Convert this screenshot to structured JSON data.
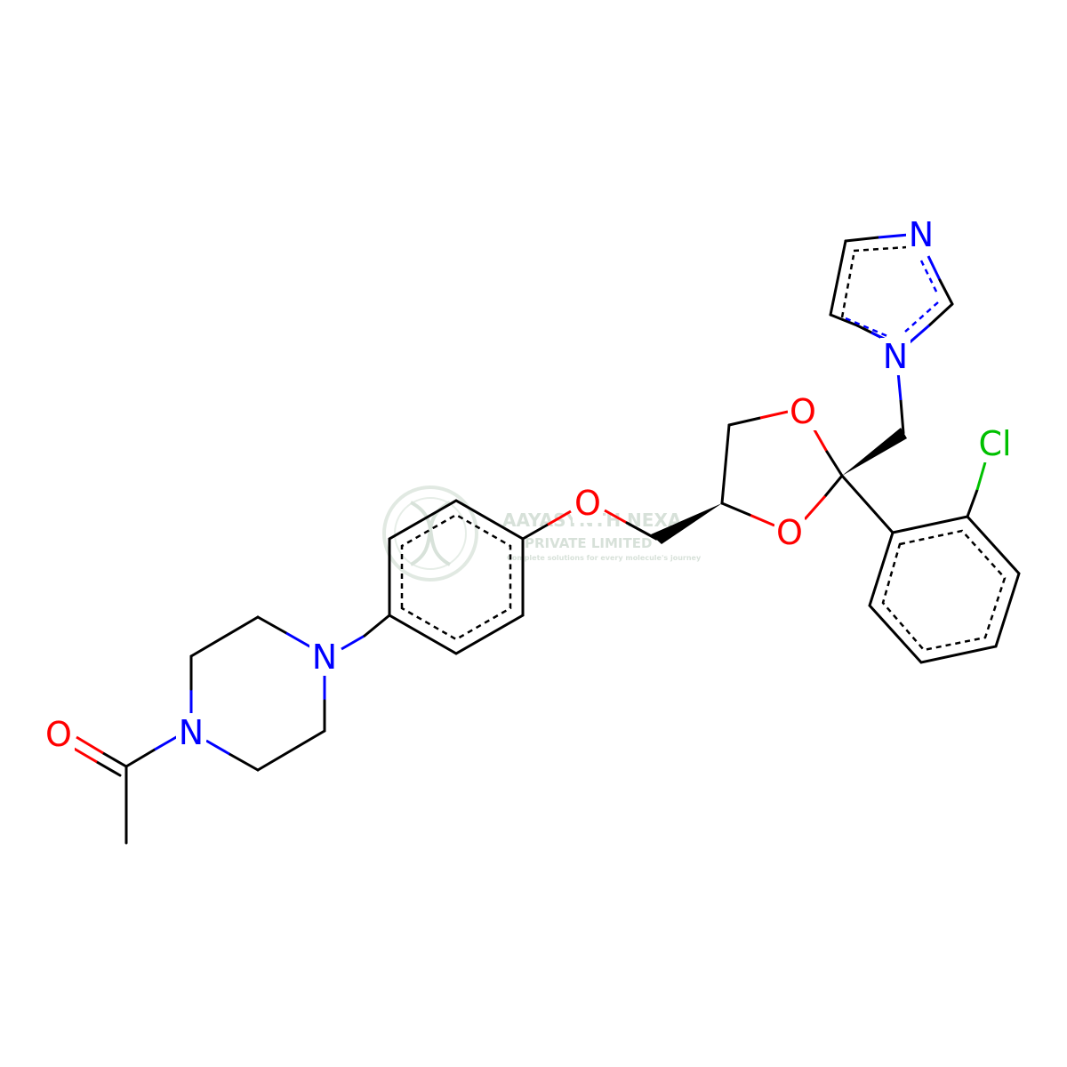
{
  "watermark": {
    "line1": "AAYASYNTH NEXA",
    "line2": "PRIVATE LIMITED",
    "line3": "Complete solutions for every molecule's journey",
    "logo": "dna-logo-icon"
  },
  "atoms": {
    "O_carbonyl": "O",
    "N_piperazine_1": "N",
    "N_piperazine_4": "N",
    "O_ether": "O",
    "O_dioxolane_1": "O",
    "O_dioxolane_3": "O",
    "N_imidazole_1": "N",
    "N_imidazole_3": "N",
    "Cl": "Cl"
  },
  "colors": {
    "carbon_bond": "#000000",
    "nitrogen": "#0000FF",
    "oxygen": "#FF0000",
    "chlorine": "#00C000",
    "watermark": "#B8C9BB"
  }
}
